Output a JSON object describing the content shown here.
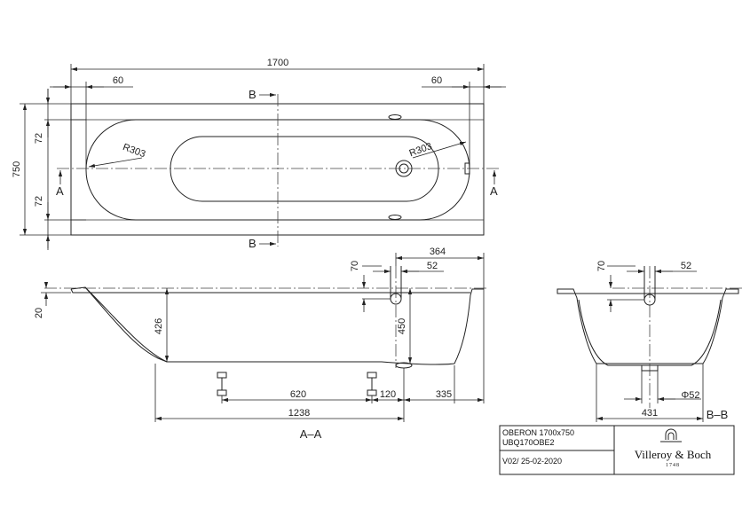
{
  "top_view": {
    "overall_length": "1700",
    "left_rim": "60",
    "right_rim": "60",
    "overall_width": "750",
    "rim_top": "72",
    "rim_bottom": "72",
    "radius_left": "R303",
    "radius_right": "R303",
    "section_b_top": "B",
    "section_b_bottom": "B",
    "section_a_left": "A",
    "section_a_right": "A"
  },
  "section_a": {
    "overflow_offset": "364",
    "overflow_drop": "70",
    "overflow_dia": "52",
    "rim_height": "20",
    "inner_depth": "426",
    "overall_depth": "450",
    "foot_spacing": "620",
    "drain_offset": "120",
    "drain_to_end": "335",
    "bottom_length": "1238",
    "title": "A–A"
  },
  "section_b": {
    "overflow_drop": "70",
    "overflow_dia": "52",
    "drain_dia": "Φ52",
    "bottom_width": "431",
    "title": "B–B"
  },
  "title_block": {
    "model": "OBERON 1700x750",
    "code": "UBQ170OBE2",
    "version": "V02/ 25-02-2020",
    "brand": "Villeroy & Boch",
    "founded": "1748"
  }
}
